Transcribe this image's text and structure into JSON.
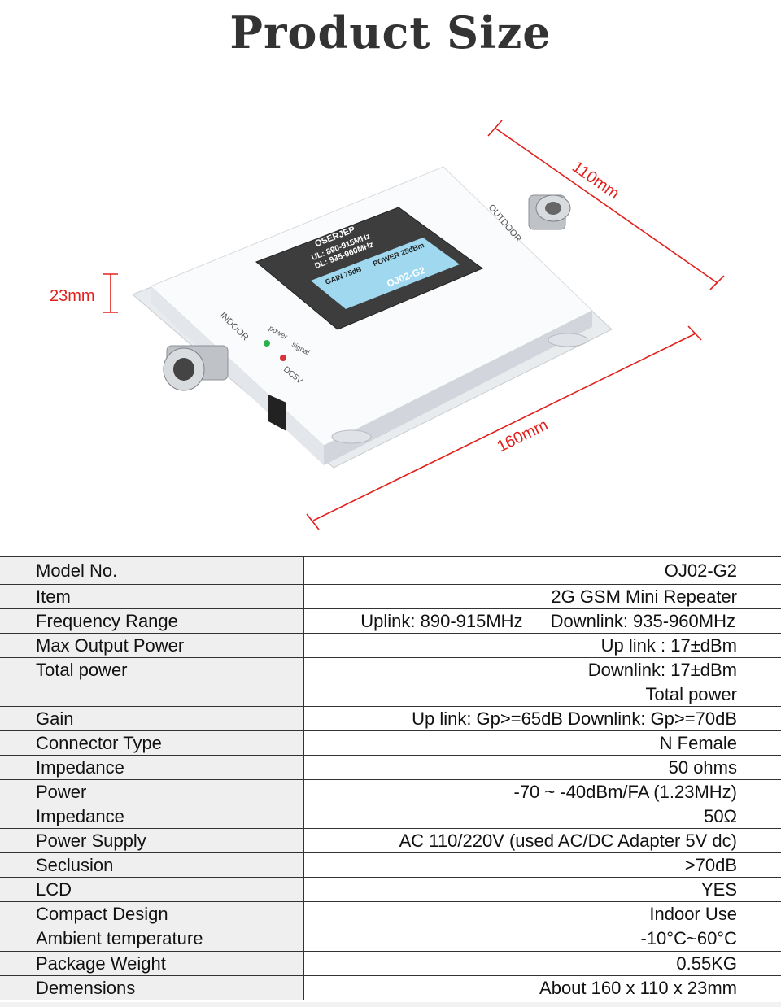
{
  "title": "Product Size",
  "dimensions": {
    "length": "160mm",
    "width": "110mm",
    "height": "23mm"
  },
  "device": {
    "brand": "OSERJEP",
    "ul": "UL: 890-915MHz",
    "dl": "DL: 935-960MHz",
    "gain": "GAIN 75dB",
    "power": "POWER 25dBm",
    "model": "OJ02-G2",
    "outdoor": "OUTDOOR",
    "indoor": "INDOOR",
    "led_power": "power",
    "led_signal": "signal",
    "dc": "DC5V",
    "line_color": "#e0201c"
  },
  "specs": [
    {
      "key": "Model No.",
      "value": "OJ02-G2"
    },
    {
      "key": "Item",
      "value": "2G GSM Mini Repeater"
    },
    {
      "key": "Frequency Range",
      "value": "Uplink: 890-915MHz",
      "value2": "Downlink: 935-960MHz"
    },
    {
      "key": "Max Output Power",
      "value": "Up link : 17±dBm"
    },
    {
      "key": "Total power",
      "value": "Downlink: 17±dBm"
    },
    {
      "key": "",
      "value": "Total power"
    },
    {
      "key": "Gain",
      "value": "Up link: Gp>=65dB  Downlink: Gp>=70dB"
    },
    {
      "key": "Connector Type",
      "value": "N Female"
    },
    {
      "key": "Impedance",
      "value": "50 ohms"
    },
    {
      "key": "Power",
      "value": "-70 ~ -40dBm/FA (1.23MHz)"
    },
    {
      "key": "Impedance",
      "value": "50Ω"
    },
    {
      "key": "Power Supply",
      "value": "AC 110/220V (used AC/DC Adapter 5V dc)"
    },
    {
      "key": "Seclusion",
      "value": ">70dB"
    },
    {
      "key": "LCD",
      "value": "YES"
    },
    {
      "key": "Compact Design",
      "key2": "Ambient temperature",
      "value": "Indoor Use",
      "value2": "-10°C~60°C"
    },
    {
      "key": "Package Weight",
      "value": "0.55KG"
    },
    {
      "key": "Demensions",
      "value": "About 160 x 110 x 23mm"
    }
  ]
}
